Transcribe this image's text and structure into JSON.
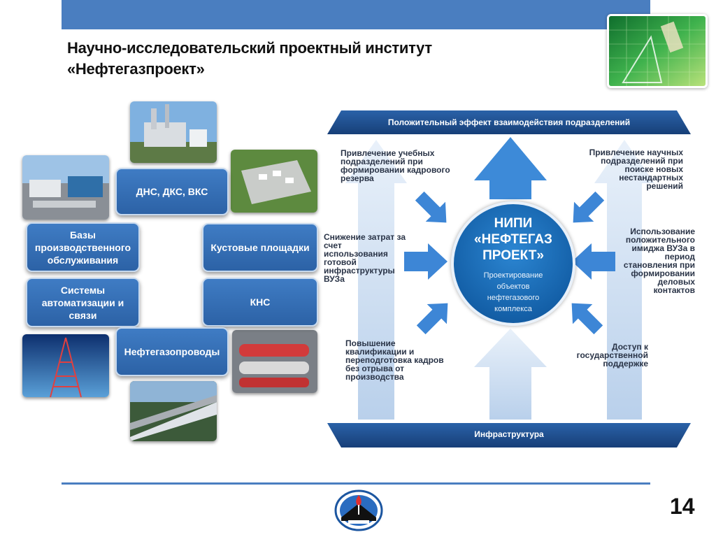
{
  "title": {
    "line1": "Научно-исследовательский проектный институт",
    "line2": "«Нефтегазпроект»"
  },
  "left_nodes": [
    {
      "id": "dns",
      "label": "ДНС, ДКС, ВКС"
    },
    {
      "id": "bases",
      "label": "Базы производственного обслуживания"
    },
    {
      "id": "cluster",
      "label": "Кустовые площадки"
    },
    {
      "id": "automation",
      "label": "Системы автоматизации и связи"
    },
    {
      "id": "kns",
      "label": "КНС"
    },
    {
      "id": "pipelines",
      "label": "Нефтегазопроводы"
    }
  ],
  "diagram": {
    "top_band": "Положительный эффект взаимодействия подразделений",
    "bottom_band": "Инфраструктура",
    "center": {
      "name": "НИПИ «НЕФТЕГАЗ ПРОЕКТ»",
      "subtitle": "Проектирование объектов нефтегазового комплекса"
    },
    "effects": [
      {
        "id": "e1",
        "text": "Привлечение учебных подразделений при формировании кадрового резерва"
      },
      {
        "id": "e2",
        "text": "Привлечение научных подразделений при поиске новых нестандартных решений"
      },
      {
        "id": "e3",
        "text": "Снижение затрат за счет использования готовой инфраструктуры ВУЗа"
      },
      {
        "id": "e4",
        "text": "Использование положительного имиджа ВУЗа в период становления при формировании деловых контактов"
      },
      {
        "id": "e5",
        "text": "Повышение квалификации и переподготовка кадров без отрыва от производства"
      },
      {
        "id": "e6",
        "text": "Доступ к государственной поддержке"
      }
    ]
  },
  "page_number": "14",
  "colors": {
    "accent": "#4a7ec0",
    "node": "#2f68ad",
    "circle": "#1a6bb8",
    "arrow_dark": "#3d86d6",
    "arrow_light": "#c5d8ee",
    "band": "#1f4f8f"
  }
}
